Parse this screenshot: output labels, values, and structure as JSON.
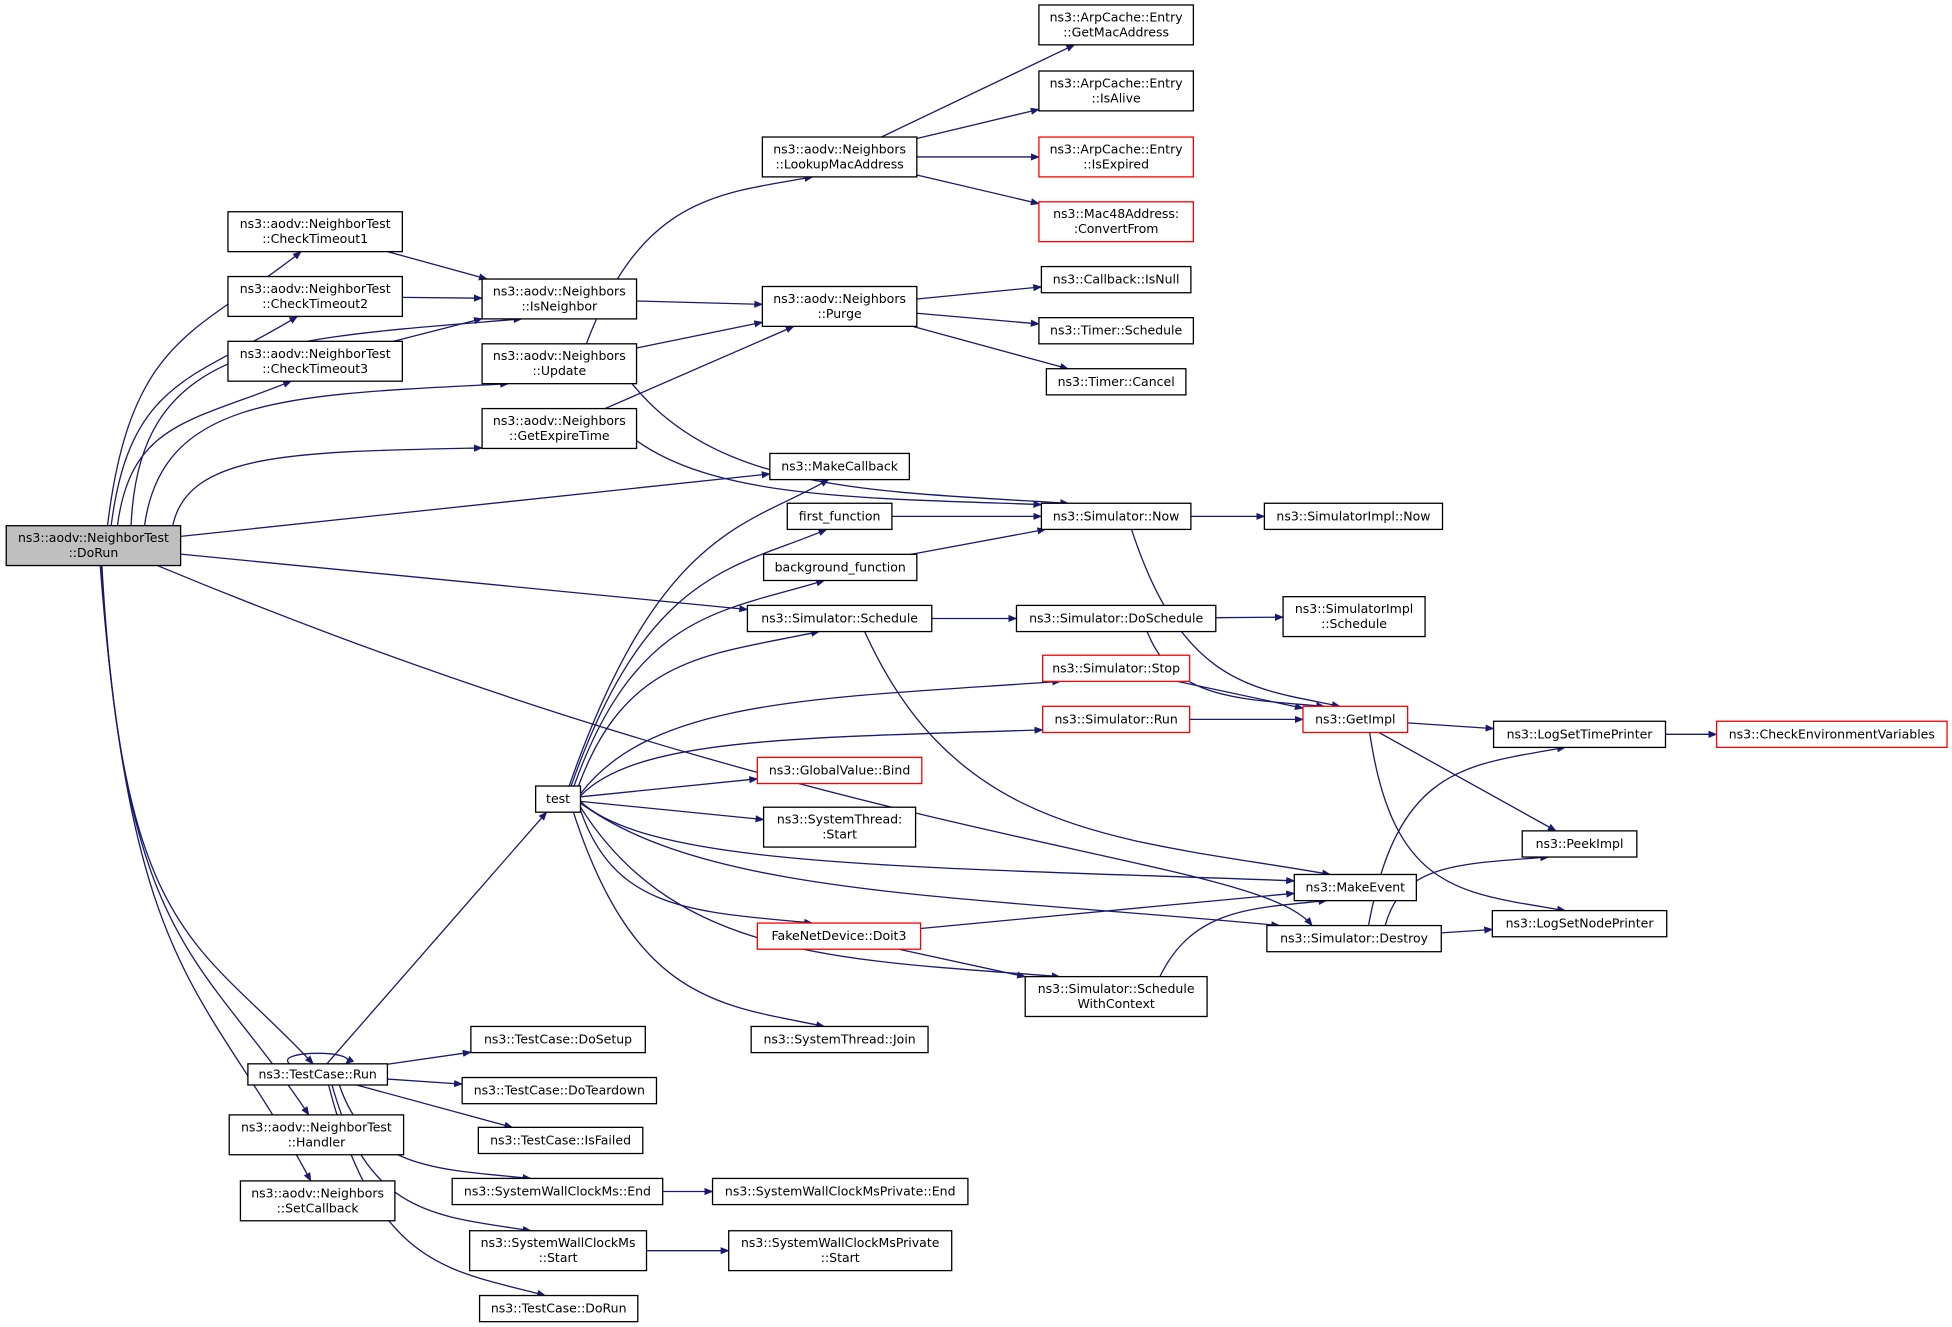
{
  "graph": {
    "edge_color": "#191970",
    "truncated_border_color": "#ff0000",
    "root_fill": "#bfbfbf",
    "nodes": [
      {
        "id": "doRun",
        "lines": [
          "ns3::aodv::NeighborTest",
          "::DoRun"
        ],
        "root": true
      },
      {
        "id": "ct1",
        "lines": [
          "ns3::aodv::NeighborTest",
          "::CheckTimeout1"
        ]
      },
      {
        "id": "ct2",
        "lines": [
          "ns3::aodv::NeighborTest",
          "::CheckTimeout2"
        ]
      },
      {
        "id": "ct3",
        "lines": [
          "ns3::aodv::NeighborTest",
          "::CheckTimeout3"
        ]
      },
      {
        "id": "isNeighbor",
        "lines": [
          "ns3::aodv::Neighbors",
          "::IsNeighbor"
        ]
      },
      {
        "id": "update",
        "lines": [
          "ns3::aodv::Neighbors",
          "::Update"
        ]
      },
      {
        "id": "getExpire",
        "lines": [
          "ns3::aodv::Neighbors",
          "::GetExpireTime"
        ]
      },
      {
        "id": "lookupMac",
        "lines": [
          "ns3::aodv::Neighbors",
          "::LookupMacAddress"
        ]
      },
      {
        "id": "purge",
        "lines": [
          "ns3::aodv::Neighbors",
          "::Purge"
        ]
      },
      {
        "id": "getMac",
        "lines": [
          "ns3::ArpCache::Entry",
          "::GetMacAddress"
        ]
      },
      {
        "id": "isAlive",
        "lines": [
          "ns3::ArpCache::Entry",
          "::IsAlive"
        ]
      },
      {
        "id": "isExpired",
        "lines": [
          "ns3::ArpCache::Entry",
          "::IsExpired"
        ],
        "truncated": true
      },
      {
        "id": "convertFrom",
        "lines": [
          "ns3::Mac48Address:",
          ":ConvertFrom"
        ],
        "truncated": true
      },
      {
        "id": "cbIsNull",
        "lines": [
          "ns3::Callback::IsNull"
        ]
      },
      {
        "id": "timerSched",
        "lines": [
          "ns3::Timer::Schedule"
        ]
      },
      {
        "id": "timerCancel",
        "lines": [
          "ns3::Timer::Cancel"
        ]
      },
      {
        "id": "makeCb",
        "lines": [
          "ns3::MakeCallback"
        ]
      },
      {
        "id": "firstFn",
        "lines": [
          "first_function"
        ]
      },
      {
        "id": "bgFn",
        "lines": [
          "background_function"
        ]
      },
      {
        "id": "simNow",
        "lines": [
          "ns3::Simulator::Now"
        ]
      },
      {
        "id": "implNow",
        "lines": [
          "ns3::SimulatorImpl::Now"
        ]
      },
      {
        "id": "simSched",
        "lines": [
          "ns3::Simulator::Schedule"
        ]
      },
      {
        "id": "doSched",
        "lines": [
          "ns3::Simulator::DoSchedule"
        ]
      },
      {
        "id": "implSched",
        "lines": [
          "ns3::SimulatorImpl",
          "::Schedule"
        ]
      },
      {
        "id": "simStop",
        "lines": [
          "ns3::Simulator::Stop"
        ],
        "truncated": true
      },
      {
        "id": "simRun",
        "lines": [
          "ns3::Simulator::Run"
        ],
        "truncated": true
      },
      {
        "id": "getImpl",
        "lines": [
          "ns3::GetImpl"
        ],
        "truncated": true
      },
      {
        "id": "logTime",
        "lines": [
          "ns3::LogSetTimePrinter"
        ]
      },
      {
        "id": "checkEnv",
        "lines": [
          "ns3::CheckEnvironmentVariables"
        ],
        "truncated": true
      },
      {
        "id": "globalBind",
        "lines": [
          "ns3::GlobalValue::Bind"
        ],
        "truncated": true
      },
      {
        "id": "test",
        "lines": [
          "test"
        ]
      },
      {
        "id": "sysThreadStart",
        "lines": [
          "ns3::SystemThread:",
          ":Start"
        ]
      },
      {
        "id": "peekImpl",
        "lines": [
          "ns3::PeekImpl"
        ]
      },
      {
        "id": "makeEvent",
        "lines": [
          "ns3::MakeEvent"
        ]
      },
      {
        "id": "doit3",
        "lines": [
          "FakeNetDevice::Doit3"
        ],
        "truncated": true
      },
      {
        "id": "simDestroy",
        "lines": [
          "ns3::Simulator::Destroy"
        ]
      },
      {
        "id": "logNode",
        "lines": [
          "ns3::LogSetNodePrinter"
        ]
      },
      {
        "id": "schedCtx",
        "lines": [
          "ns3::Simulator::Schedule",
          "WithContext"
        ]
      },
      {
        "id": "sysThreadJoin",
        "lines": [
          "ns3::SystemThread::Join"
        ]
      },
      {
        "id": "tcRun",
        "lines": [
          "ns3::TestCase::Run"
        ]
      },
      {
        "id": "tcSetup",
        "lines": [
          "ns3::TestCase::DoSetup"
        ]
      },
      {
        "id": "tcTeardown",
        "lines": [
          "ns3::TestCase::DoTeardown"
        ]
      },
      {
        "id": "tcFailed",
        "lines": [
          "ns3::TestCase::IsFailed"
        ]
      },
      {
        "id": "handler",
        "lines": [
          "ns3::aodv::NeighborTest",
          "::Handler"
        ]
      },
      {
        "id": "setCb",
        "lines": [
          "ns3::aodv::Neighbors",
          "::SetCallback"
        ]
      },
      {
        "id": "wallEnd",
        "lines": [
          "ns3::SystemWallClockMs::End"
        ]
      },
      {
        "id": "wallPrivEnd",
        "lines": [
          "ns3::SystemWallClockMsPrivate::End"
        ]
      },
      {
        "id": "wallStart",
        "lines": [
          "ns3::SystemWallClockMs",
          "::Start"
        ]
      },
      {
        "id": "wallPrivStart",
        "lines": [
          "ns3::SystemWallClockMsPrivate",
          "::Start"
        ]
      },
      {
        "id": "tcDoRun",
        "lines": [
          "ns3::TestCase::DoRun"
        ]
      }
    ],
    "edges": [
      [
        "doRun",
        "ct1"
      ],
      [
        "doRun",
        "ct2"
      ],
      [
        "doRun",
        "ct3"
      ],
      [
        "doRun",
        "isNeighbor"
      ],
      [
        "doRun",
        "update"
      ],
      [
        "doRun",
        "getExpire"
      ],
      [
        "doRun",
        "makeCb"
      ],
      [
        "doRun",
        "simSched"
      ],
      [
        "doRun",
        "simDestroy"
      ],
      [
        "doRun",
        "tcRun"
      ],
      [
        "doRun",
        "handler"
      ],
      [
        "doRun",
        "setCb"
      ],
      [
        "ct1",
        "isNeighbor"
      ],
      [
        "ct2",
        "isNeighbor"
      ],
      [
        "ct3",
        "isNeighbor"
      ],
      [
        "isNeighbor",
        "purge"
      ],
      [
        "update",
        "lookupMac"
      ],
      [
        "update",
        "purge"
      ],
      [
        "update",
        "simNow"
      ],
      [
        "getExpire",
        "purge"
      ],
      [
        "getExpire",
        "simNow"
      ],
      [
        "lookupMac",
        "getMac"
      ],
      [
        "lookupMac",
        "isAlive"
      ],
      [
        "lookupMac",
        "isExpired"
      ],
      [
        "lookupMac",
        "convertFrom"
      ],
      [
        "purge",
        "cbIsNull"
      ],
      [
        "purge",
        "timerSched"
      ],
      [
        "purge",
        "timerCancel"
      ],
      [
        "firstFn",
        "simNow"
      ],
      [
        "bgFn",
        "simNow"
      ],
      [
        "simNow",
        "implNow"
      ],
      [
        "simNow",
        "getImpl"
      ],
      [
        "simSched",
        "doSched"
      ],
      [
        "simSched",
        "makeEvent"
      ],
      [
        "doSched",
        "implSched"
      ],
      [
        "doSched",
        "getImpl"
      ],
      [
        "simStop",
        "getImpl"
      ],
      [
        "simRun",
        "getImpl"
      ],
      [
        "getImpl",
        "logTime"
      ],
      [
        "getImpl",
        "peekImpl"
      ],
      [
        "getImpl",
        "logNode"
      ],
      [
        "logTime",
        "checkEnv"
      ],
      [
        "test",
        "makeCb"
      ],
      [
        "test",
        "firstFn"
      ],
      [
        "test",
        "bgFn"
      ],
      [
        "test",
        "simSched"
      ],
      [
        "test",
        "simStop"
      ],
      [
        "test",
        "simRun"
      ],
      [
        "test",
        "globalBind"
      ],
      [
        "test",
        "sysThreadStart"
      ],
      [
        "test",
        "makeEvent"
      ],
      [
        "test",
        "doit3"
      ],
      [
        "test",
        "schedCtx"
      ],
      [
        "test",
        "sysThreadJoin"
      ],
      [
        "test",
        "simDestroy"
      ],
      [
        "doit3",
        "makeEvent"
      ],
      [
        "doit3",
        "schedCtx"
      ],
      [
        "schedCtx",
        "makeEvent"
      ],
      [
        "simDestroy",
        "logTime"
      ],
      [
        "simDestroy",
        "peekImpl"
      ],
      [
        "simDestroy",
        "logNode"
      ],
      [
        "tcRun",
        "tcRun"
      ],
      [
        "tcRun",
        "test"
      ],
      [
        "tcRun",
        "tcSetup"
      ],
      [
        "tcRun",
        "tcTeardown"
      ],
      [
        "tcRun",
        "tcFailed"
      ],
      [
        "tcRun",
        "wallEnd"
      ],
      [
        "tcRun",
        "wallStart"
      ],
      [
        "tcRun",
        "tcDoRun"
      ],
      [
        "wallEnd",
        "wallPrivEnd"
      ],
      [
        "wallStart",
        "wallPrivStart"
      ]
    ]
  }
}
